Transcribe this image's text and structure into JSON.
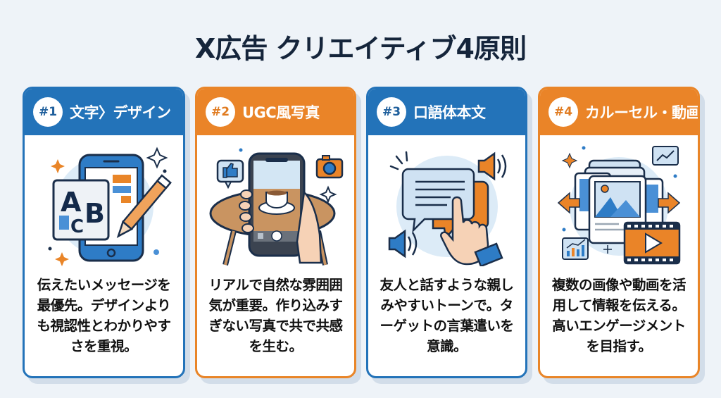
{
  "title": "X広告 クリエイティブ4原則",
  "colors": {
    "blue": "#2373b9",
    "orange": "#ea8428",
    "background": "#eef3f8",
    "title_text": "#15253b"
  },
  "cards": [
    {
      "number": "#1",
      "heading": "文字〉デザイン",
      "theme": "blue",
      "icon": "phone-abc-pencil-icon",
      "description": "伝えたいメッセージを最優先。デザインよりも視認性とわかりやすさを重視。"
    },
    {
      "number": "#2",
      "heading": "UGC風写真",
      "theme": "orange",
      "icon": "phone-photo-coffee-icon",
      "description": "リアルで自然な雰囲囲気が重要。作り込みすぎない写真で共で共感を生む。"
    },
    {
      "number": "#3",
      "heading": "口語体本文",
      "theme": "blue",
      "icon": "speech-bubble-hand-icon",
      "description": "友人と話すような親しみやすいトーンで。ターゲットの言葉遣いを意識。"
    },
    {
      "number": "#4",
      "heading": "カルーセル・動画",
      "theme": "orange",
      "icon": "carousel-video-icon",
      "description": "複数の画像や動画を活用して情報を伝える。高いエンゲージメントを目指す。"
    }
  ]
}
